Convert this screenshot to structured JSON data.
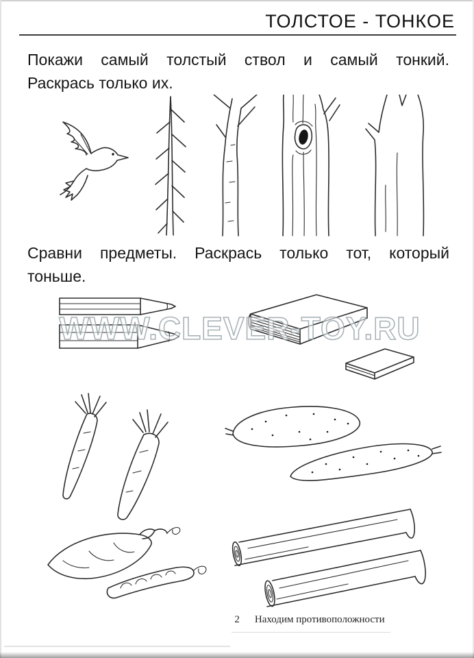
{
  "page": {
    "header": {
      "title": "ТОЛСТОЕ - ТОНКОЕ"
    },
    "task1": {
      "line1": "Покажи самый толстый ствол и самый тонкий.",
      "line2": "Раскрась только их."
    },
    "task2": {
      "line1": "Сравни предметы. Раскрась только тот, который",
      "line2": "тоньше."
    },
    "watermark": "WWW.CLEVER-TOY.RU",
    "footer": {
      "page_number": "2",
      "series_title": "Находим противоположности"
    },
    "illustrations": {
      "row1": [
        "bird",
        "thin-spruce-trunk",
        "birch-trunk",
        "thick-trunk-with-knot",
        "thick-trunk"
      ],
      "row2": [
        "thin-pencil",
        "thick-pencil",
        "thick-book",
        "thin-book"
      ],
      "row3": [
        "thin-carrot",
        "thick-carrot",
        "thick-cucumber",
        "thin-cucumber"
      ],
      "row4": [
        "pea-pods",
        "logs"
      ]
    },
    "colors": {
      "ink": "#2b2b2b",
      "paper": "#ffffff",
      "watermark_outline": "#94a0a6"
    }
  }
}
